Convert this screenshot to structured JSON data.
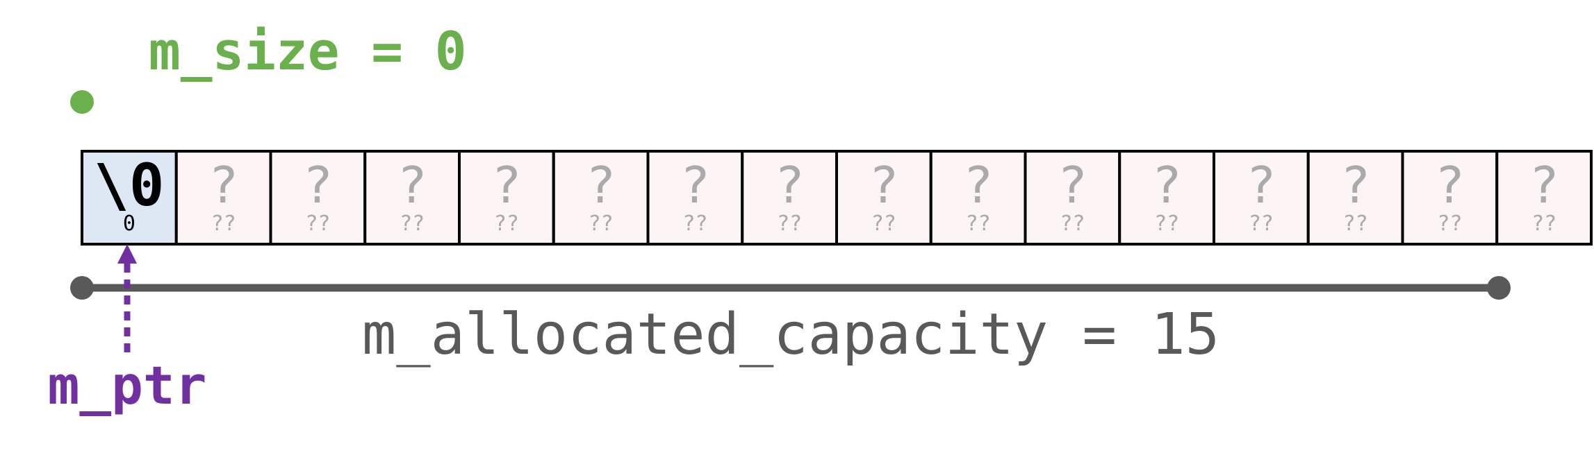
{
  "size_label": {
    "text": "m_size = 0",
    "color": "#6ab04c"
  },
  "capacity_label": {
    "text": "m_allocated_capacity = 15",
    "color": "#595959"
  },
  "ptr_label": {
    "text": "m_ptr",
    "color": "#7030a0"
  },
  "buffer": {
    "cells": [
      {
        "main": "\\0",
        "sub": "0",
        "state": "set"
      },
      {
        "main": "?",
        "sub": "??",
        "state": "unset"
      },
      {
        "main": "?",
        "sub": "??",
        "state": "unset"
      },
      {
        "main": "?",
        "sub": "??",
        "state": "unset"
      },
      {
        "main": "?",
        "sub": "??",
        "state": "unset"
      },
      {
        "main": "?",
        "sub": "??",
        "state": "unset"
      },
      {
        "main": "?",
        "sub": "??",
        "state": "unset"
      },
      {
        "main": "?",
        "sub": "??",
        "state": "unset"
      },
      {
        "main": "?",
        "sub": "??",
        "state": "unset"
      },
      {
        "main": "?",
        "sub": "??",
        "state": "unset"
      },
      {
        "main": "?",
        "sub": "??",
        "state": "unset"
      },
      {
        "main": "?",
        "sub": "??",
        "state": "unset"
      },
      {
        "main": "?",
        "sub": "??",
        "state": "unset"
      },
      {
        "main": "?",
        "sub": "??",
        "state": "unset"
      },
      {
        "main": "?",
        "sub": "??",
        "state": "unset"
      },
      {
        "main": "?",
        "sub": "??",
        "state": "unset"
      }
    ]
  },
  "colors": {
    "set_cell_fill": "#dde8f4",
    "unset_cell_fill": "#fdf5f5",
    "cell_border": "#000000",
    "set_text": "#000000",
    "unset_text": "#aaaaaa",
    "size_marker": "#6ab04c",
    "capacity_line": "#595959",
    "ptr_arrow": "#7030a0"
  }
}
